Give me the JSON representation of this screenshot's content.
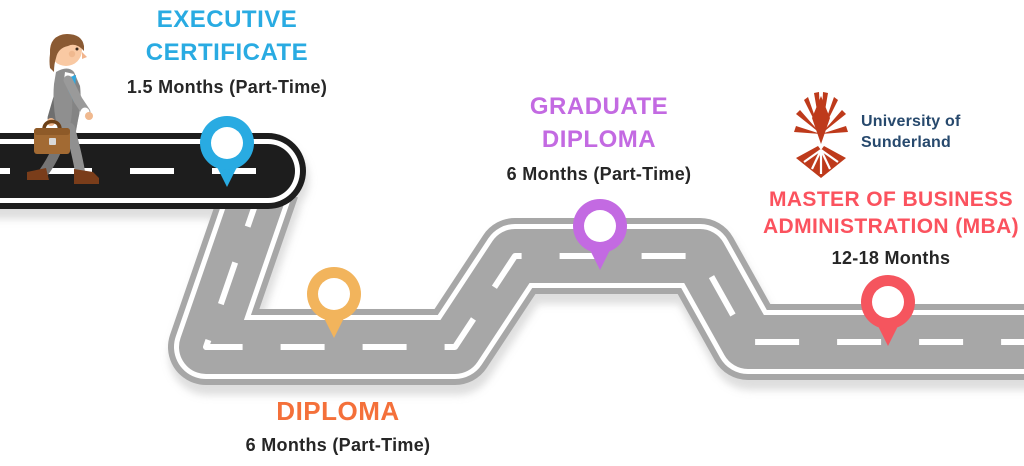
{
  "page": {
    "background": "#FFFFFF"
  },
  "roadmap": {
    "stops": [
      {
        "key": "executive-certificate",
        "lines": [
          "EXECUTIVE",
          "CERTIFICATE"
        ],
        "duration": "1.5 Months (Part-Time)",
        "accent": "#29ABE2",
        "pin_color": "#29ABE2"
      },
      {
        "key": "diploma",
        "lines": [
          "DIPLOMA"
        ],
        "duration": "6 Months (Part-Time)",
        "accent": "#F4703A",
        "pin_color": "#F2B45C"
      },
      {
        "key": "graduate-diploma",
        "lines": [
          "GRADUATE",
          "DIPLOMA"
        ],
        "duration": "6 Months (Part-Time)",
        "accent": "#C36AE2",
        "pin_color": "#C36AE2"
      },
      {
        "key": "mba",
        "lines": [
          "MASTER OF BUSINESS",
          "ADMINISTRATION (MBA)"
        ],
        "duration": "12-18 Months",
        "accent": "#FB525E",
        "pin_color": "#F5555E"
      }
    ],
    "road": {
      "start_segment_color": "#1D1D1D",
      "main_color": "#A7A7A7",
      "marking_color": "#FFFFFF"
    }
  },
  "university": {
    "name": "University of Sunderland",
    "line1": "University of",
    "line2": "Sunderland",
    "text_color": "#27496D",
    "mark_color": "#BE3A1B"
  },
  "figure": {
    "label": "businessman-walking"
  }
}
